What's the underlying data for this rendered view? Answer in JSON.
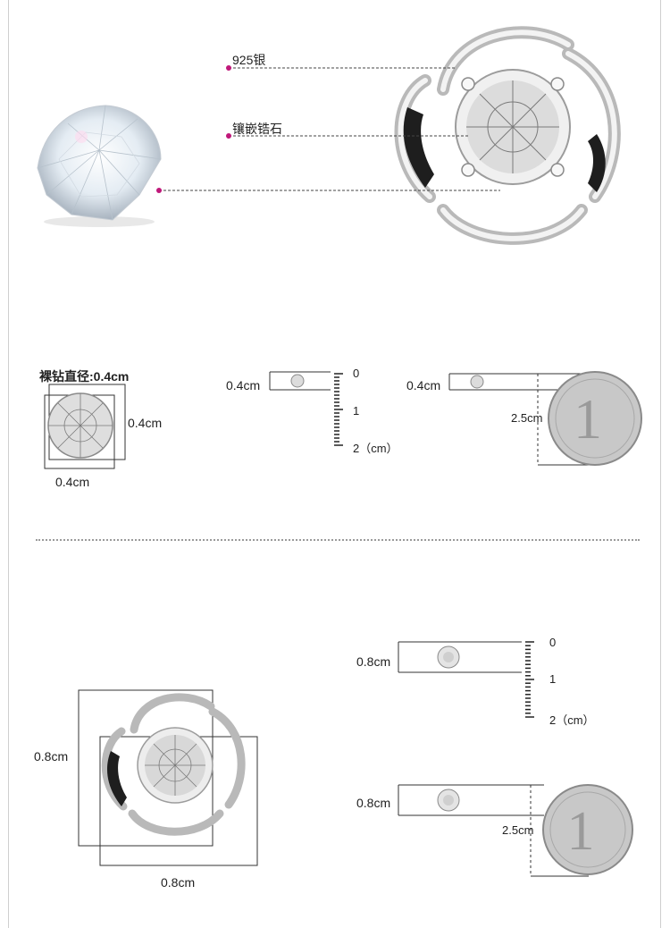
{
  "top": {
    "callout_silver": "925银",
    "callout_stone": "镶嵌锆石"
  },
  "stone_size": {
    "title": "裸钻直径:0.4cm",
    "height_label": "0.4cm",
    "width_label": "0.4cm"
  },
  "ruler_small": {
    "size_label": "0.4cm",
    "mark_0": "0",
    "mark_1": "1",
    "mark_2": "2（cm）"
  },
  "coin_small": {
    "size_label": "0.4cm",
    "coin_label": "2.5cm"
  },
  "pendant_size": {
    "height_label": "0.8cm",
    "width_label": "0.8cm"
  },
  "ruler_large": {
    "size_label": "0.8cm",
    "mark_0": "0",
    "mark_1": "1",
    "mark_2": "2（cm）"
  },
  "coin_large": {
    "size_label": "0.8cm",
    "coin_label": "2.5cm"
  },
  "colors": {
    "accent": "#c0187a",
    "line": "#444444",
    "silver": "#c8c8c8"
  }
}
